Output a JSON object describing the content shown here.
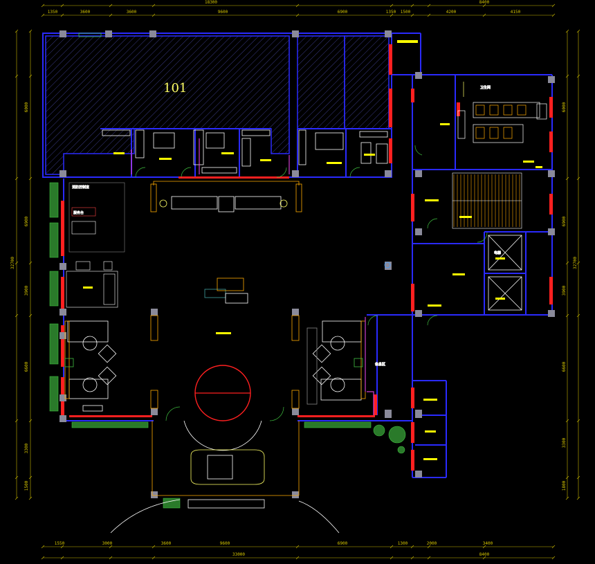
{
  "plan": {
    "room_number": "101",
    "top_dims": [
      "1350",
      "3600",
      "3600",
      "9600",
      "6900",
      "1350",
      "1500",
      "4200",
      "4150"
    ],
    "top_total_left": "18300",
    "top_total_right": "8400",
    "bottom_dims": [
      "1550",
      "3000",
      "3600",
      "9600",
      "6900",
      "1300",
      "2000",
      "3400"
    ],
    "bottom_total_left": "33000",
    "bottom_total_right": "8400",
    "left_dims": [
      "6000",
      "6900",
      "3900",
      "6600",
      "3300",
      "1500"
    ],
    "left_total": "32700",
    "right_dims": [
      "6000",
      "6900",
      "3900",
      "6600",
      "3300",
      "1800"
    ],
    "right_total": "32700",
    "labels": {
      "toilet": "卫生间",
      "elevator": "电梯",
      "note_left": "消防控制室",
      "note_left2": "服务台",
      "note_right": "休息区"
    }
  },
  "colors": {
    "background": "#000000",
    "wall": "#1a1aff",
    "column": "#8a8a9a",
    "door_red": "#ff2020",
    "furniture": "#ffffff",
    "tag": "#ffff00",
    "dimension": "#d8c800",
    "hatch": "#6060c0",
    "plant": "#40c040",
    "magenta": "#d040d0"
  }
}
